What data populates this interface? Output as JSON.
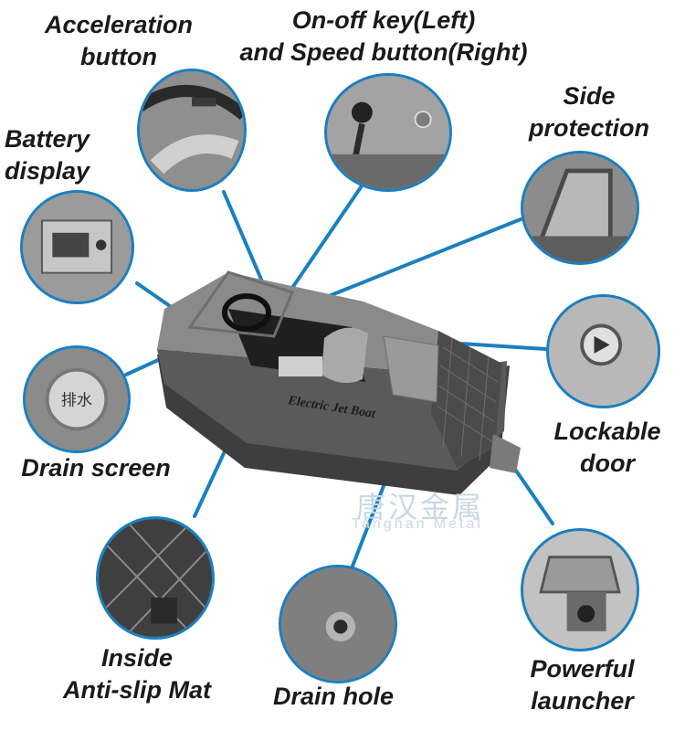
{
  "callouts": {
    "acceleration": {
      "line1": "Acceleration",
      "line2": "button"
    },
    "onoff": {
      "line1": "On-off key(Left)",
      "line2": "and Speed button(Right)"
    },
    "battery": {
      "line1": "Battery",
      "line2": "display"
    },
    "side": {
      "line1": "Side",
      "line2": "protection"
    },
    "drain_screen": {
      "line1": "Drain screen"
    },
    "lockable": {
      "line1": "Lockable",
      "line2": "door"
    },
    "mat": {
      "line1": "Inside",
      "line2": "Anti-slip Mat"
    },
    "drain_hole": {
      "line1": "Drain hole"
    },
    "launcher": {
      "line1": "Powerful",
      "line2": "launcher"
    }
  },
  "boat": {
    "hull_text": "Electric Jet Boat"
  },
  "drain_screen_text": "排水",
  "watermark": {
    "cn": "唐汉金属",
    "en": "Tanghan  Metal"
  },
  "colors": {
    "accent": "#1a7fc1"
  }
}
